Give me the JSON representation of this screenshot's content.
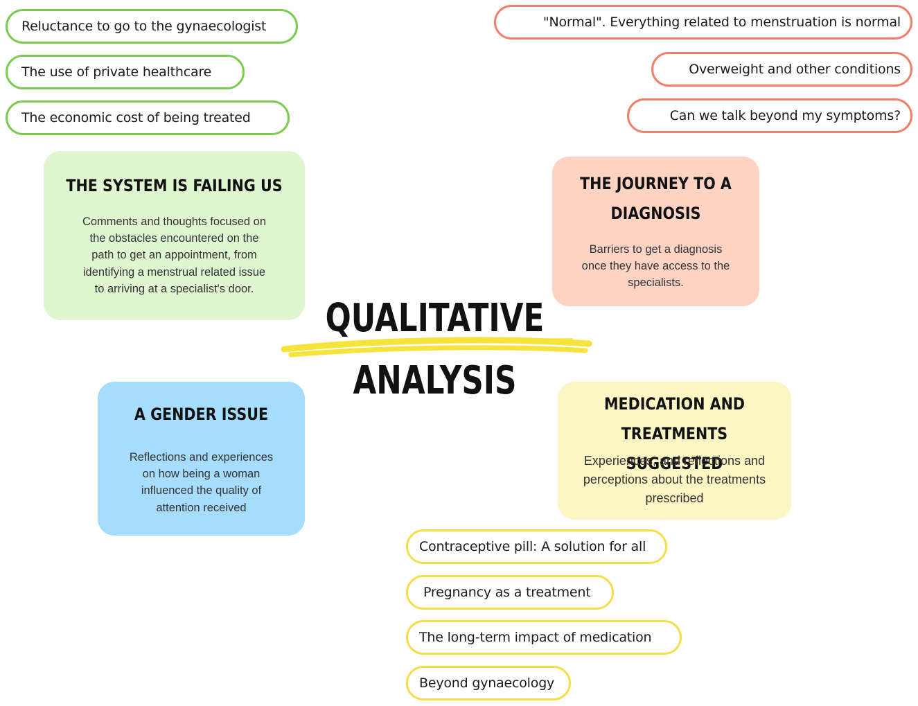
{
  "center": {
    "line1": "QUALITATIVE",
    "line2": "ANALYSIS"
  },
  "themes": {
    "system": {
      "title": "THE SYSTEM IS FAILING US",
      "description": [
        "Comments and thoughts focused on",
        "the obstacles encountered on the",
        "path to get an appointment, from",
        "identifying a menstrual related issue",
        "to arriving at a specialist's door."
      ],
      "subthemes": [
        "Reluctance to go to the gynaecologist",
        "The use of private healthcare",
        "The economic cost of being treated"
      ]
    },
    "journey": {
      "title": [
        "THE JOURNEY TO A",
        "DIAGNOSIS"
      ],
      "description": [
        "Barriers to get a diagnosis",
        "once they have access to the",
        "specialists."
      ],
      "subthemes": [
        "\"Normal\". Everything related to menstruation is normal",
        "Overweight and other conditions",
        "Can we talk beyond my symptoms?"
      ]
    },
    "gender": {
      "title": "A GENDER ISSUE",
      "description": [
        "Reflections and experiences",
        "on how being a woman",
        "influenced the quality of",
        "attention received"
      ]
    },
    "medication": {
      "title": [
        "MEDICATION AND",
        "TREATMENTS SUGGESTED"
      ],
      "description": [
        "Experiences, and reflections and",
        "perceptions about the treatments",
        "prescribed"
      ],
      "subthemes": [
        "Contraceptive pill: A solution for all",
        "Pregnancy as a treatment",
        "The long-term impact of medication",
        "Beyond gynaecology"
      ]
    }
  },
  "colors": {
    "green_border": "#7ccb4f",
    "green_fill": "#dff6d1",
    "red_border": "#ef7f68",
    "peach_fill": "#fdd3c4",
    "blue_fill": "#a6dcfc",
    "yellow_border": "#f5de4a",
    "yellow_fill": "#fcf5c4",
    "highlight_stroke": "#f6e33b"
  }
}
